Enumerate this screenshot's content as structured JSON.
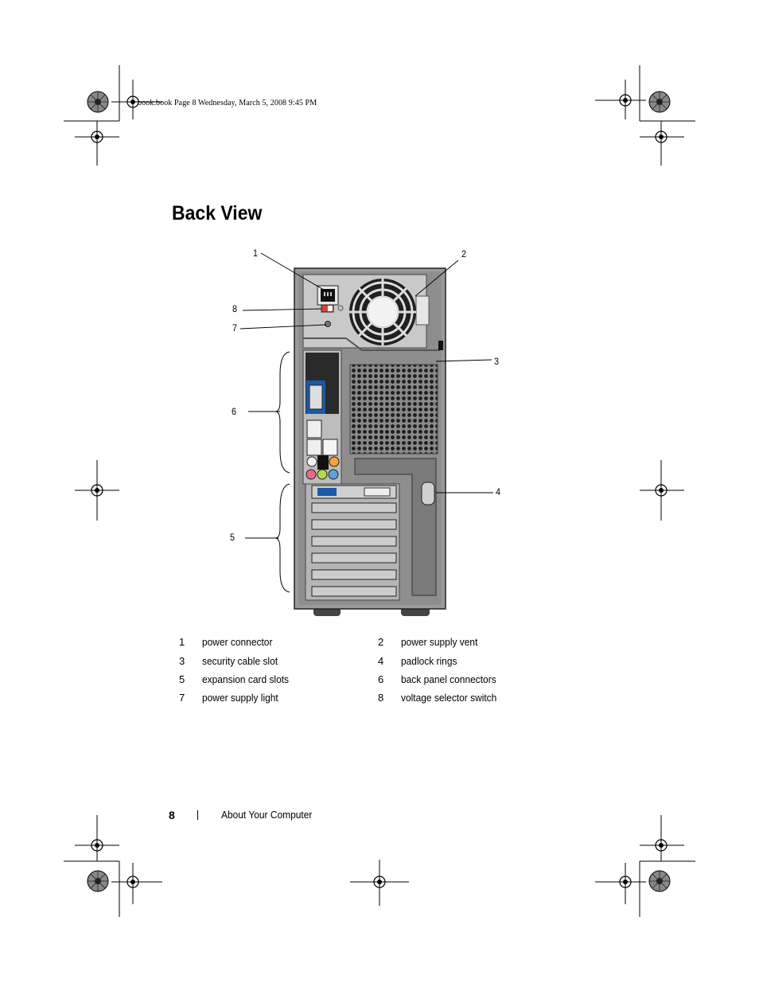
{
  "print_slug": "book.book  Page 8  Wednesday, March 5, 2008  9:45 PM",
  "title": "Back View",
  "figure": {
    "callouts": [
      "1",
      "2",
      "3",
      "4",
      "5",
      "6",
      "7",
      "8"
    ]
  },
  "legend": [
    {
      "num": "1",
      "label": "power connector"
    },
    {
      "num": "2",
      "label": "power supply vent"
    },
    {
      "num": "3",
      "label": "security cable slot"
    },
    {
      "num": "4",
      "label": "padlock rings"
    },
    {
      "num": "5",
      "label": "expansion card slots"
    },
    {
      "num": "6",
      "label": "back panel connectors"
    },
    {
      "num": "7",
      "label": "power supply light"
    },
    {
      "num": "8",
      "label": "voltage selector switch"
    }
  ],
  "footer": {
    "page_number": "8",
    "section": "About Your Computer"
  }
}
